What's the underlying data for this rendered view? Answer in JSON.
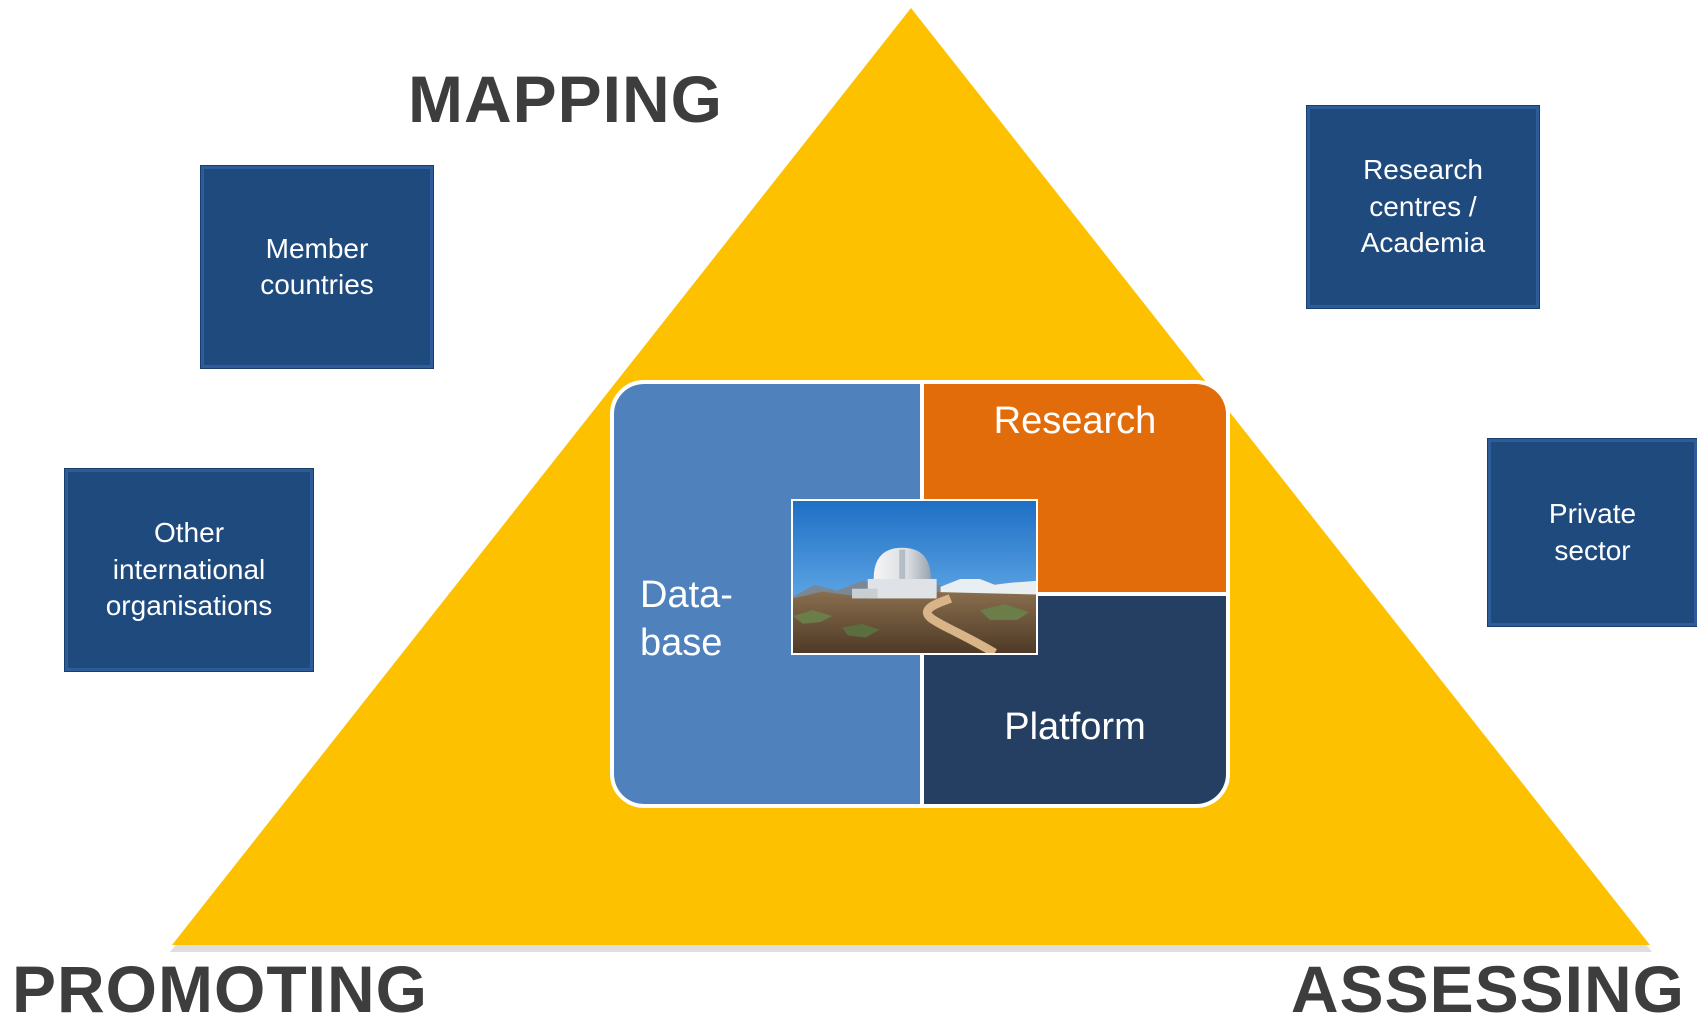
{
  "headings": {
    "mapping": "MAPPING",
    "promoting": "PROMOTING",
    "assessing": "ASSESSING"
  },
  "stakeholders": {
    "member_countries": "Member\ncountries",
    "other_organisations": "Other\ninternational\norganisations",
    "research_centres": "Research\ncentres /\nAcademia",
    "private_sector": "Private\nsector"
  },
  "center": {
    "database": "Data-\nbase",
    "research": "Research",
    "platform": "Platform"
  },
  "colors": {
    "triangle": "#fdc100",
    "stakeholder_box": "#1f4a7e",
    "database": "#4f81bd",
    "research": "#e36c0a",
    "platform": "#253f63",
    "heading_text": "#3d3d3d"
  }
}
